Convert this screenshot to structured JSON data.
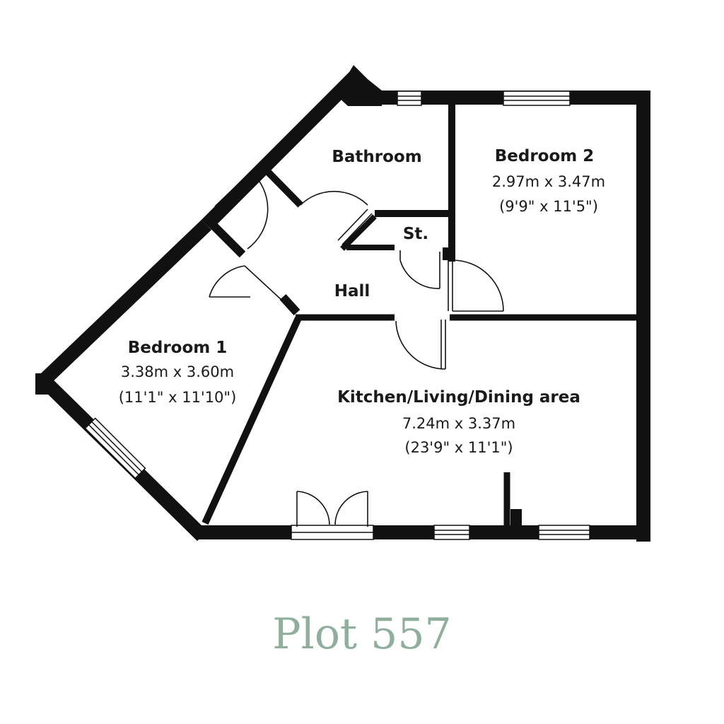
{
  "rooms": {
    "bathroom": {
      "name": "Bathroom"
    },
    "bedroom2": {
      "name": "Bedroom 2",
      "metric": "2.97m x 3.47m",
      "imperial": "(9'9\" x 11'5\")"
    },
    "storage": {
      "name": "St."
    },
    "hall": {
      "name": "Hall"
    },
    "bedroom1": {
      "name": "Bedroom 1",
      "metric": "3.38m x 3.60m",
      "imperial": "(11'1\" x 11'10\")"
    },
    "kitchen": {
      "name": "Kitchen/Living/Dining area",
      "metric": "7.24m x 3.37m",
      "imperial": "(23'9\" x 11'1\")"
    }
  },
  "plot": {
    "title": "Plot 557"
  },
  "colors": {
    "wall": "#111111",
    "background": "#ffffff",
    "title": "#8faf9c"
  }
}
